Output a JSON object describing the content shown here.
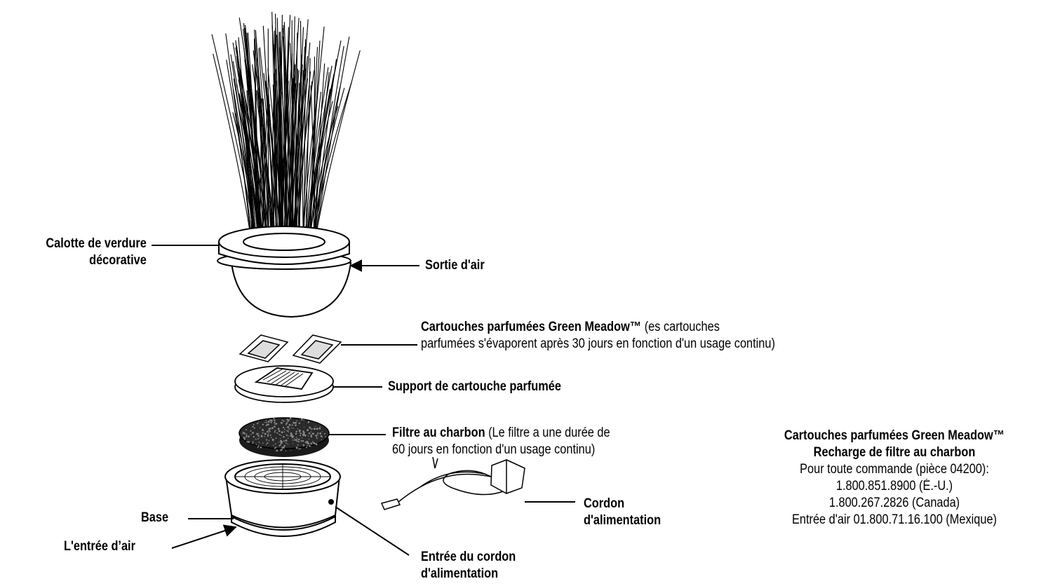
{
  "labels": {
    "green_cap_line1": "Calotte de verdure",
    "green_cap_line2": "décorative",
    "air_outlet": "Sortie d'air",
    "cartridges_bold": "Cartouches parfumées Green Meadow™",
    "cartridges_line1_rest": " (es cartouches",
    "cartridges_line2": "parfumées s'évaporent après 30 jours en fonction d'un usage continu)",
    "holder": "Support de cartouche parfumée",
    "filter_bold": "Filtre au charbon",
    "filter_line1_rest": " (Le filtre a une durée de",
    "filter_line2": "60 jours en fonction d'un usage continu)",
    "base": "Base",
    "air_inlet": "L'entrée d’air",
    "cord_line1": "Cordon",
    "cord_line2": "d'alimentation",
    "cord_inlet_line1": "Entrée du cordon",
    "cord_inlet_line2": "d'alimentation"
  },
  "order_info": {
    "title1": "Cartouches parfumées Green Meadow™",
    "title2": "Recharge de filtre au charbon",
    "line1": "Pour toute commande (pièce 04200):",
    "line2": "1.800.851.8900 (É.-U.)",
    "line3": "1.800.267.2826  (Canada)",
    "line4": "Entrée d'air 01.800.71.16.100 (Mexique)"
  }
}
